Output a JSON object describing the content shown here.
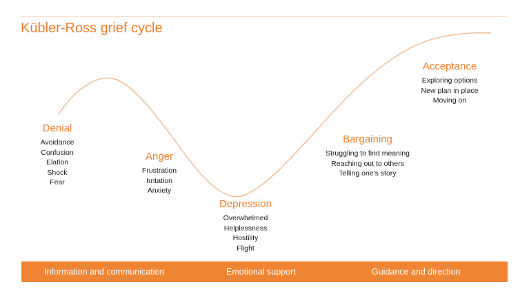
{
  "title": "Kübler-Ross grief cycle",
  "colors": {
    "accent": "#ef7d2d",
    "curve": "#f2b98c",
    "bar": "#ef8432",
    "text": "#1a1a1a"
  },
  "stages": [
    {
      "name": "Denial",
      "items": [
        "Avoidance",
        "Confusion",
        "Elation",
        "Shock",
        "Fear"
      ]
    },
    {
      "name": "Anger",
      "items": [
        "Frustration",
        "Irritation",
        "Anxiety"
      ]
    },
    {
      "name": "Depression",
      "items": [
        "Overwhelmed",
        "Helplessness",
        "Hostility",
        "Flight"
      ]
    },
    {
      "name": "Bargaining",
      "items": [
        "Struggling to find meaning",
        "Reaching out to others",
        "Telling one's story"
      ]
    },
    {
      "name": "Acceptance",
      "items": [
        "Exploring options",
        "New plan in place",
        "Moving on"
      ]
    }
  ],
  "support": [
    "Information and communication",
    "Emotional support",
    "Guidance and direction"
  ]
}
